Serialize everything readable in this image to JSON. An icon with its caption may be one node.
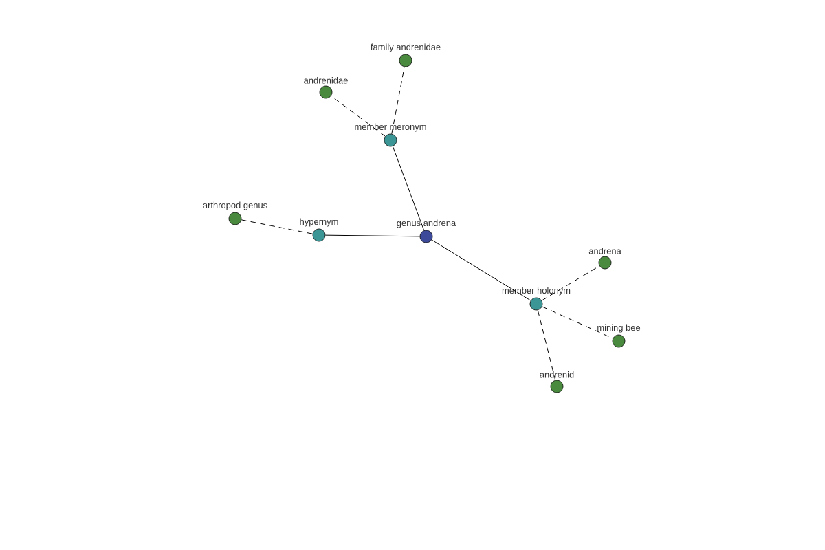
{
  "diagram": {
    "nodes": [
      {
        "text": [
          "family andrenidae"
        ]
      },
      {
        "text": [
          "andrenidae"
        ]
      },
      {
        "text": [
          "member meronym"
        ]
      },
      {
        "text": [
          "arthropod genus"
        ]
      },
      {
        "text": [
          "hypernym"
        ]
      },
      {
        "text": [
          "genus andrena"
        ]
      },
      {
        "text": [
          "andrena"
        ]
      },
      {
        "text": [
          "member holonym"
        ]
      },
      {
        "text": [
          "mining bee"
        ]
      },
      {
        "text": [
          "andrenid"
        ]
      }
    ],
    "edges": [
      {
        "from": 5,
        "to": 2,
        "arrow": "none"
      },
      {
        "from": 5,
        "to": 4,
        "arrow": "none"
      },
      {
        "from": 5,
        "to": 7,
        "arrow": "none"
      },
      {
        "from": 2,
        "to": 0,
        "arrow": "none",
        "style": "dashed"
      },
      {
        "from": 2,
        "to": 1,
        "arrow": "none",
        "style": "dashed"
      },
      {
        "from": 4,
        "to": 3,
        "arrow": "none",
        "style": "dashed"
      },
      {
        "from": 7,
        "to": 6,
        "arrow": "none",
        "style": "dashed"
      },
      {
        "from": 7,
        "to": 8,
        "arrow": "none",
        "style": "dashed"
      },
      {
        "from": 7,
        "to": 9,
        "arrow": "none",
        "style": "dashed"
      }
    ]
  }
}
